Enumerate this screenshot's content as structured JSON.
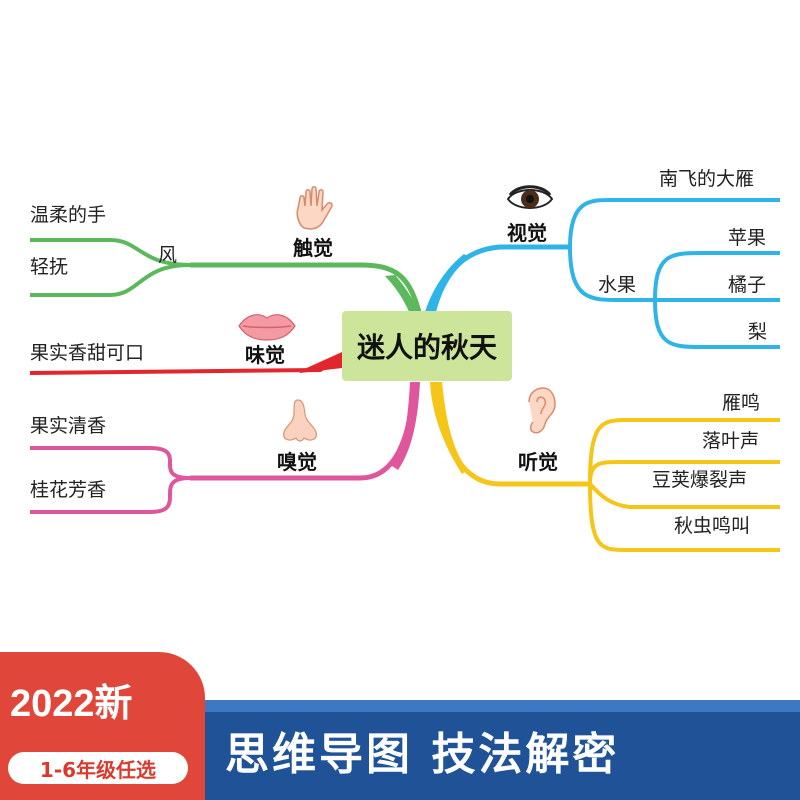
{
  "center": "迷人的秋天",
  "touch": {
    "label": "触觉",
    "sub": "风",
    "leaves": [
      "温柔的手",
      "轻抚"
    ],
    "color": "#5cb85c"
  },
  "taste": {
    "label": "味觉",
    "leaf": "果实香甜可口",
    "color": "#e3262c"
  },
  "smell": {
    "label": "嗅觉",
    "leaves": [
      "果实清香",
      "桂花芳香"
    ],
    "color": "#e0569c"
  },
  "sight": {
    "label": "视觉",
    "leaf": "南飞的大雁",
    "sub": "水果",
    "fruits": [
      "苹果",
      "橘子",
      "梨"
    ],
    "color": "#2eb4e6"
  },
  "hearing": {
    "label": "听觉",
    "leaves": [
      "雁鸣",
      "落叶声",
      "豆荚爆裂声",
      "秋虫鸣叫"
    ],
    "color": "#f5c518"
  },
  "banner": {
    "year": "2022新",
    "grade": "1-6年级任选",
    "slogan": "思维导图 技法解密"
  }
}
